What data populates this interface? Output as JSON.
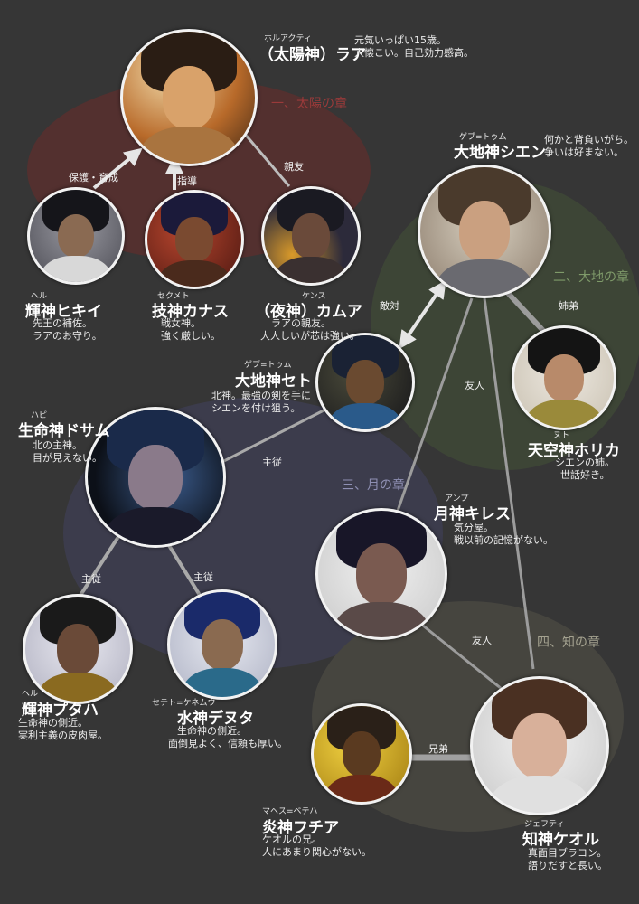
{
  "colors": {
    "background": "#363636",
    "sun_zone": "#5a2d2e",
    "earth_zone": "#3f4a35",
    "moon_zone": "#3f4052",
    "knowledge_zone": "#4b4a43",
    "line": "#a9a9a9",
    "arrow": "#e6e6e6"
  },
  "zones": [
    {
      "id": "sun",
      "label": "一、太陽の章",
      "color": "#9a3a3a"
    },
    {
      "id": "earth",
      "label": "二、大地の章",
      "color": "#7f9a6a"
    },
    {
      "id": "moon",
      "label": "三、月の章",
      "color": "#8f90b4"
    },
    {
      "id": "knowledge",
      "label": "四、知の章",
      "color": "#a4a290"
    }
  ],
  "characters": [
    {
      "id": "raa",
      "ruby": "ホルアクティ",
      "name": "（太陽神）ラア",
      "desc": [
        "元気いっぱい15歳。",
        "人懐こい。自己効力感高。"
      ],
      "icon": "portrait-raa"
    },
    {
      "id": "hikii",
      "ruby": "ヘル",
      "name": "輝神ヒキイ",
      "desc": [
        "先王の補佐。",
        "ラアのお守り。"
      ],
      "icon": "portrait-hikii"
    },
    {
      "id": "kanasu",
      "ruby": "セクメト",
      "name": "技神カナス",
      "desc": [
        "戦女神。",
        "強く厳しい。"
      ],
      "icon": "portrait-kanasu"
    },
    {
      "id": "kamua",
      "ruby": "ケンス",
      "name": "（夜神）カムア",
      "desc": [
        "ラアの親友。",
        "大人しいが芯は強い。"
      ],
      "icon": "portrait-kamua"
    },
    {
      "id": "shien",
      "ruby": "ゲブ=トゥム",
      "name": "大地神シエン",
      "desc": [
        "何かと背負いがち。",
        "争いは好まない。"
      ],
      "icon": "portrait-shien"
    },
    {
      "id": "set",
      "ruby": "ゲブ=トゥム",
      "name": "大地神セト",
      "desc": [
        "北神。最強の剣を手に",
        "シエンを付け狙う。"
      ],
      "icon": "portrait-set"
    },
    {
      "id": "horika",
      "ruby": "ヌト",
      "name": "天空神ホリカ",
      "desc": [
        "シエンの姉。",
        "世話好き。"
      ],
      "icon": "portrait-horika"
    },
    {
      "id": "dosamu",
      "ruby": "ハピ",
      "name": "生命神ドサム",
      "desc": [
        "北の主神。",
        "目が見えない。"
      ],
      "icon": "portrait-dosamu"
    },
    {
      "id": "kiresu",
      "ruby": "アンプ",
      "name": "月神キレス",
      "desc": [
        "気分屋。",
        "戦以前の記憶がない。"
      ],
      "icon": "portrait-kiresu"
    },
    {
      "id": "putaha",
      "ruby": "ヘル",
      "name": "輝神プタハ",
      "desc": [
        "生命神の側近。",
        "実利主義の皮肉屋。"
      ],
      "icon": "portrait-putaha"
    },
    {
      "id": "denuta",
      "ruby": "セテト=ケネムウ",
      "name": "水神デヌタ",
      "desc": [
        "生命神の側近。",
        "面倒見よく、信頼も厚い。"
      ],
      "icon": "portrait-denuta"
    },
    {
      "id": "fuchia",
      "ruby": "マヘス=ベテハ",
      "name": "炎神フチア",
      "desc": [
        "ケオルの兄。",
        "人にあまり関心がない。"
      ],
      "icon": "portrait-fuchia"
    },
    {
      "id": "keoru",
      "ruby": "ジェフティ",
      "name": "知神ケオル",
      "desc": [
        "真面目ブラコン。",
        "語りだすと長い。"
      ],
      "icon": "portrait-keoru"
    }
  ],
  "relations": [
    {
      "id": "hikii-raa",
      "label": "保護・育成"
    },
    {
      "id": "kanasu-raa",
      "label": "指導"
    },
    {
      "id": "kamua-raa",
      "label": "親友"
    },
    {
      "id": "shien-set",
      "label": "敵対"
    },
    {
      "id": "shien-horika",
      "label": "姉弟"
    },
    {
      "id": "shien-kiresu",
      "label": "友人"
    },
    {
      "id": "set-dosamu",
      "label": "主従"
    },
    {
      "id": "dosamu-putaha",
      "label": "主従"
    },
    {
      "id": "dosamu-denuta",
      "label": "主従"
    },
    {
      "id": "kiresu-keoru",
      "label": "友人"
    },
    {
      "id": "fuchia-keoru",
      "label": "兄弟"
    }
  ]
}
